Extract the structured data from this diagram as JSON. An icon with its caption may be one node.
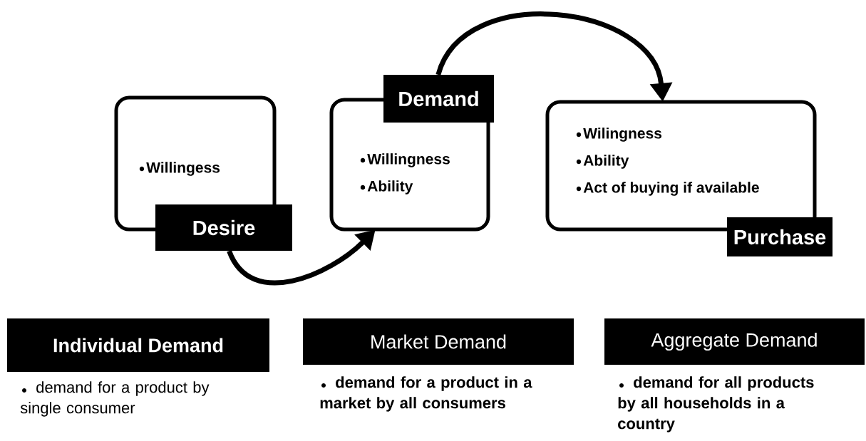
{
  "diagram": {
    "nodes": [
      {
        "text": [
          "Willingess",
          "Desire"
        ]
      },
      {
        "text": [
          "Demand",
          "Willingness",
          "Ability"
        ]
      },
      {
        "text": [
          "Wilingness",
          "Ability",
          "Act of buying if available",
          "Purchase"
        ]
      },
      {
        "text": [
          "Individual Demand",
          "demand for a product by single consumer"
        ]
      },
      {
        "text": [
          "Market Demand",
          "demand for a product in a market by all consumers"
        ]
      },
      {
        "text": [
          "Aggregate Demand",
          "demand for all products by all households in a country"
        ]
      }
    ],
    "edges": [
      {
        "from": 0,
        "to": 1,
        "arrow": "to"
      },
      {
        "from": 1,
        "to": 2,
        "arrow": "to"
      }
    ]
  }
}
